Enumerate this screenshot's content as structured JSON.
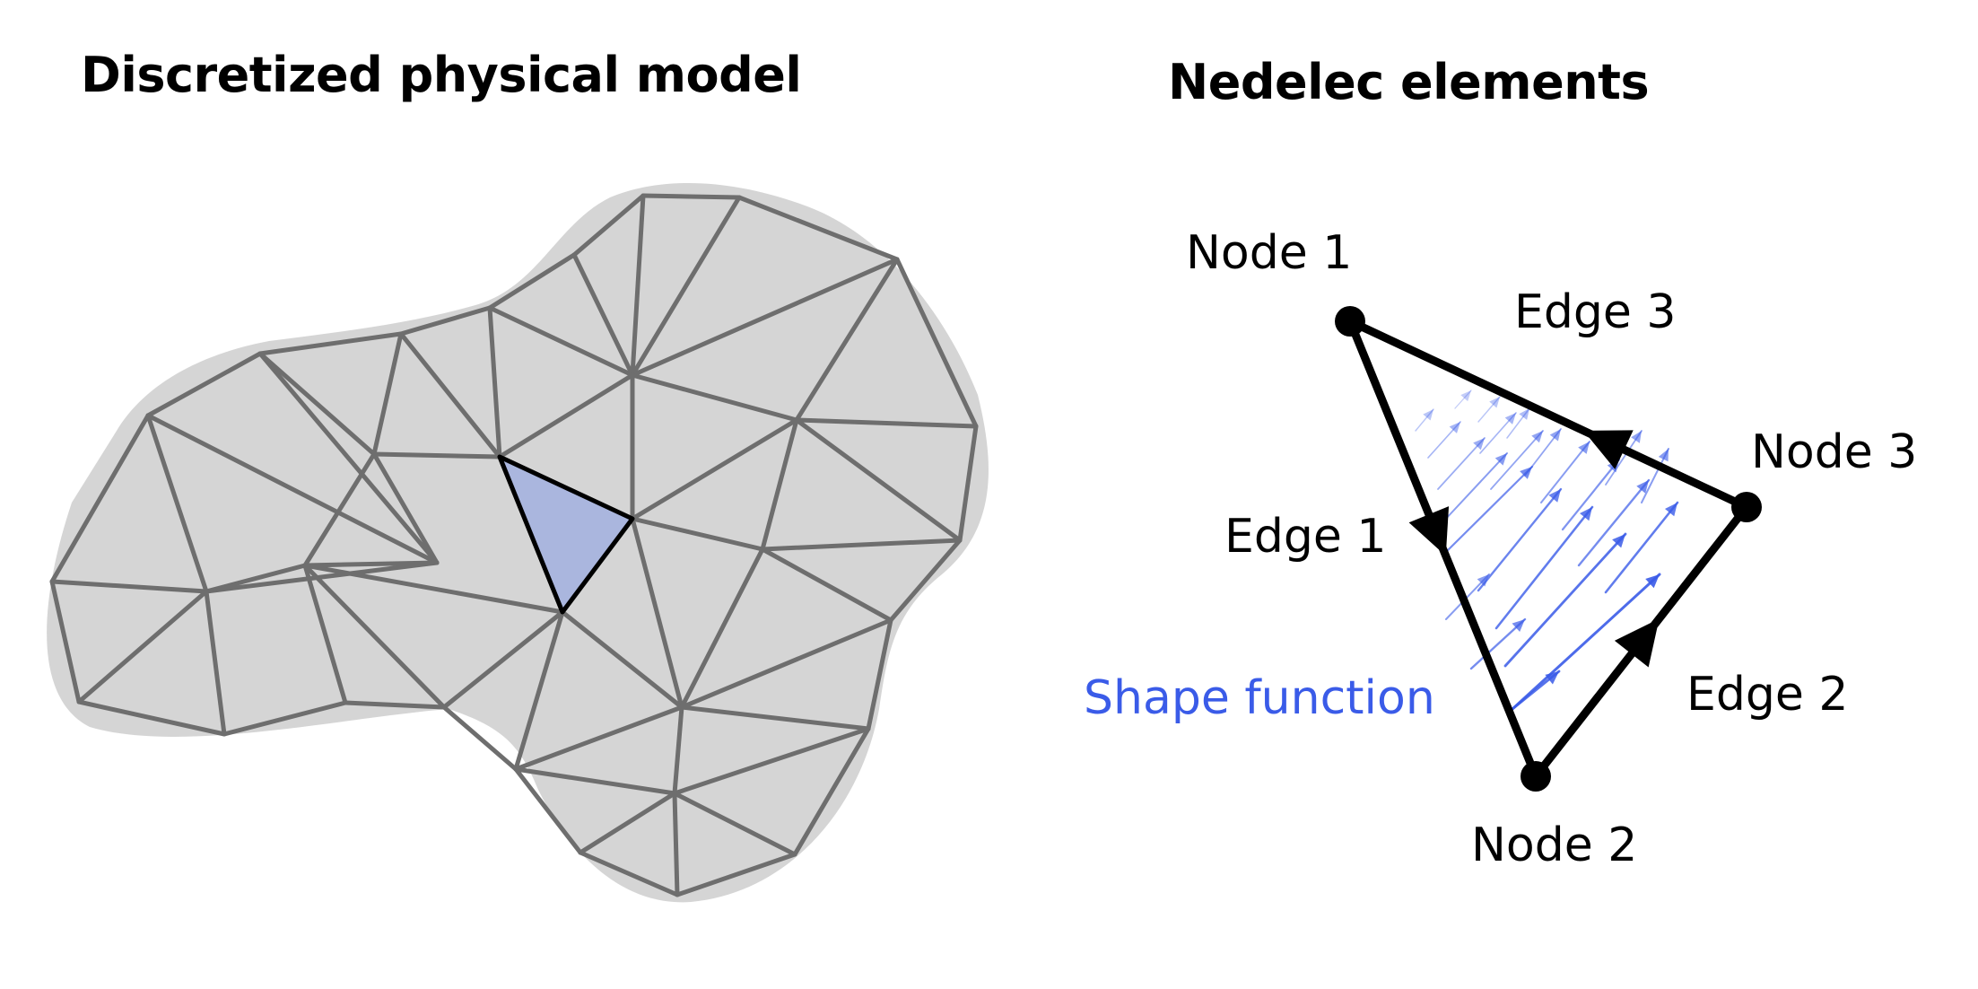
{
  "titles": {
    "left": "Discretized physical model",
    "right": "Nedelec elements"
  },
  "labels": {
    "node1": "Node 1",
    "node2": "Node 2",
    "node3": "Node 3",
    "edge1": "Edge 1",
    "edge2": "Edge 2",
    "edge3": "Edge 3",
    "shape_function": "Shape function"
  },
  "colors": {
    "blob_fill": "#d5d5d5",
    "mesh_stroke": "#6e6e6e",
    "highlight_fill": "#aab6de",
    "element_stroke": "#000000",
    "shape_function": "#3a5be8"
  }
}
